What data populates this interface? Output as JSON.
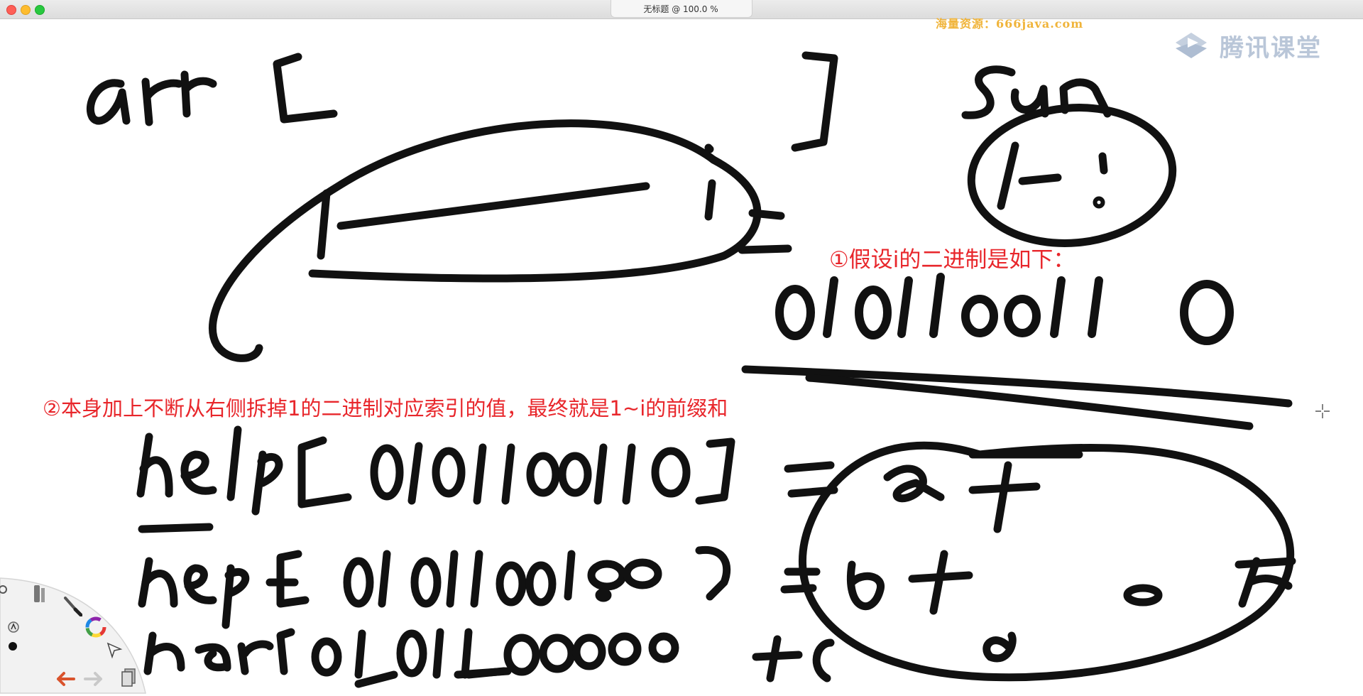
{
  "window": {
    "title": "无标题 @ 100.0 %"
  },
  "overlay": {
    "watermark_url": "海量资源：666java.com",
    "brand_logo_text": "腾讯课堂"
  },
  "annotations": {
    "note1": "①假设i的二进制是如下：",
    "note2": "②本身加上不断从右侧拆掉1的二进制对应索引的值，最终就是1~i的前缀和"
  },
  "colors": {
    "ink": "#111111",
    "annotation": "#e8262b",
    "watermark": "#f0b43a",
    "logo": "#b9c6d8"
  },
  "toolbar": {
    "icons": [
      "settings-icon",
      "ruler-icon",
      "brush-icon",
      "color-wheel-icon",
      "pointer-icon",
      "undo-icon",
      "redo-icon",
      "layers-icon",
      "brush-size-icon"
    ]
  }
}
